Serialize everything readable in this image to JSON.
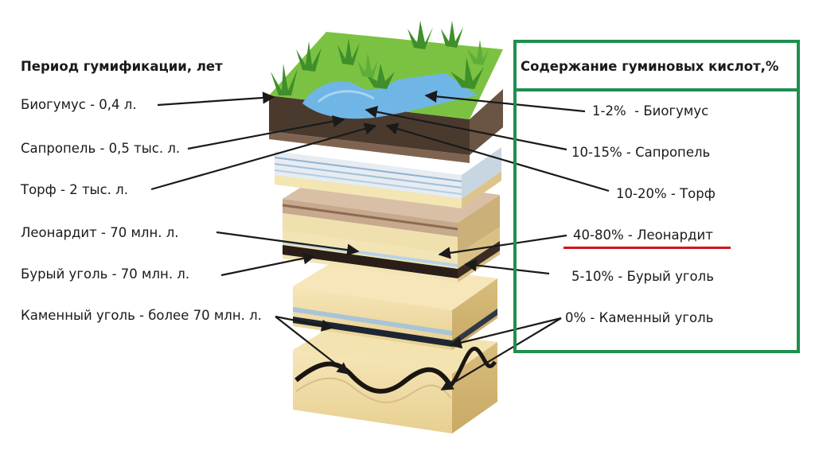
{
  "left_header": "Период гумификации, лет",
  "right_header": "Содержание гуминовых кислот,%",
  "left_labels": [
    "Биогумус - 0,4 л.",
    "Сапропель - 0,5 тыс. л.",
    "Торф - 2 тыс. л.",
    "Леонардит - 70 млн. л.",
    "Бурый уголь - 70 млн. л.",
    "Каменный уголь - более 70 млн. л."
  ],
  "right_labels": [
    "1-2%  - Биогумус",
    "10-15% - Сапропель",
    "10-20% - Торф",
    "40-80% - Леонардит",
    "5-10% - Бурый уголь",
    "0% - Каменный уголь"
  ],
  "colors": {
    "frame_green": "#1e8f4e",
    "highlight_red": "#d4141c",
    "grass": "#7cc242",
    "water": "#6fb6e6",
    "soil": "#4a3a2e",
    "coal": "#2a1e19"
  },
  "highlighted": "40-80% - Леонардит"
}
